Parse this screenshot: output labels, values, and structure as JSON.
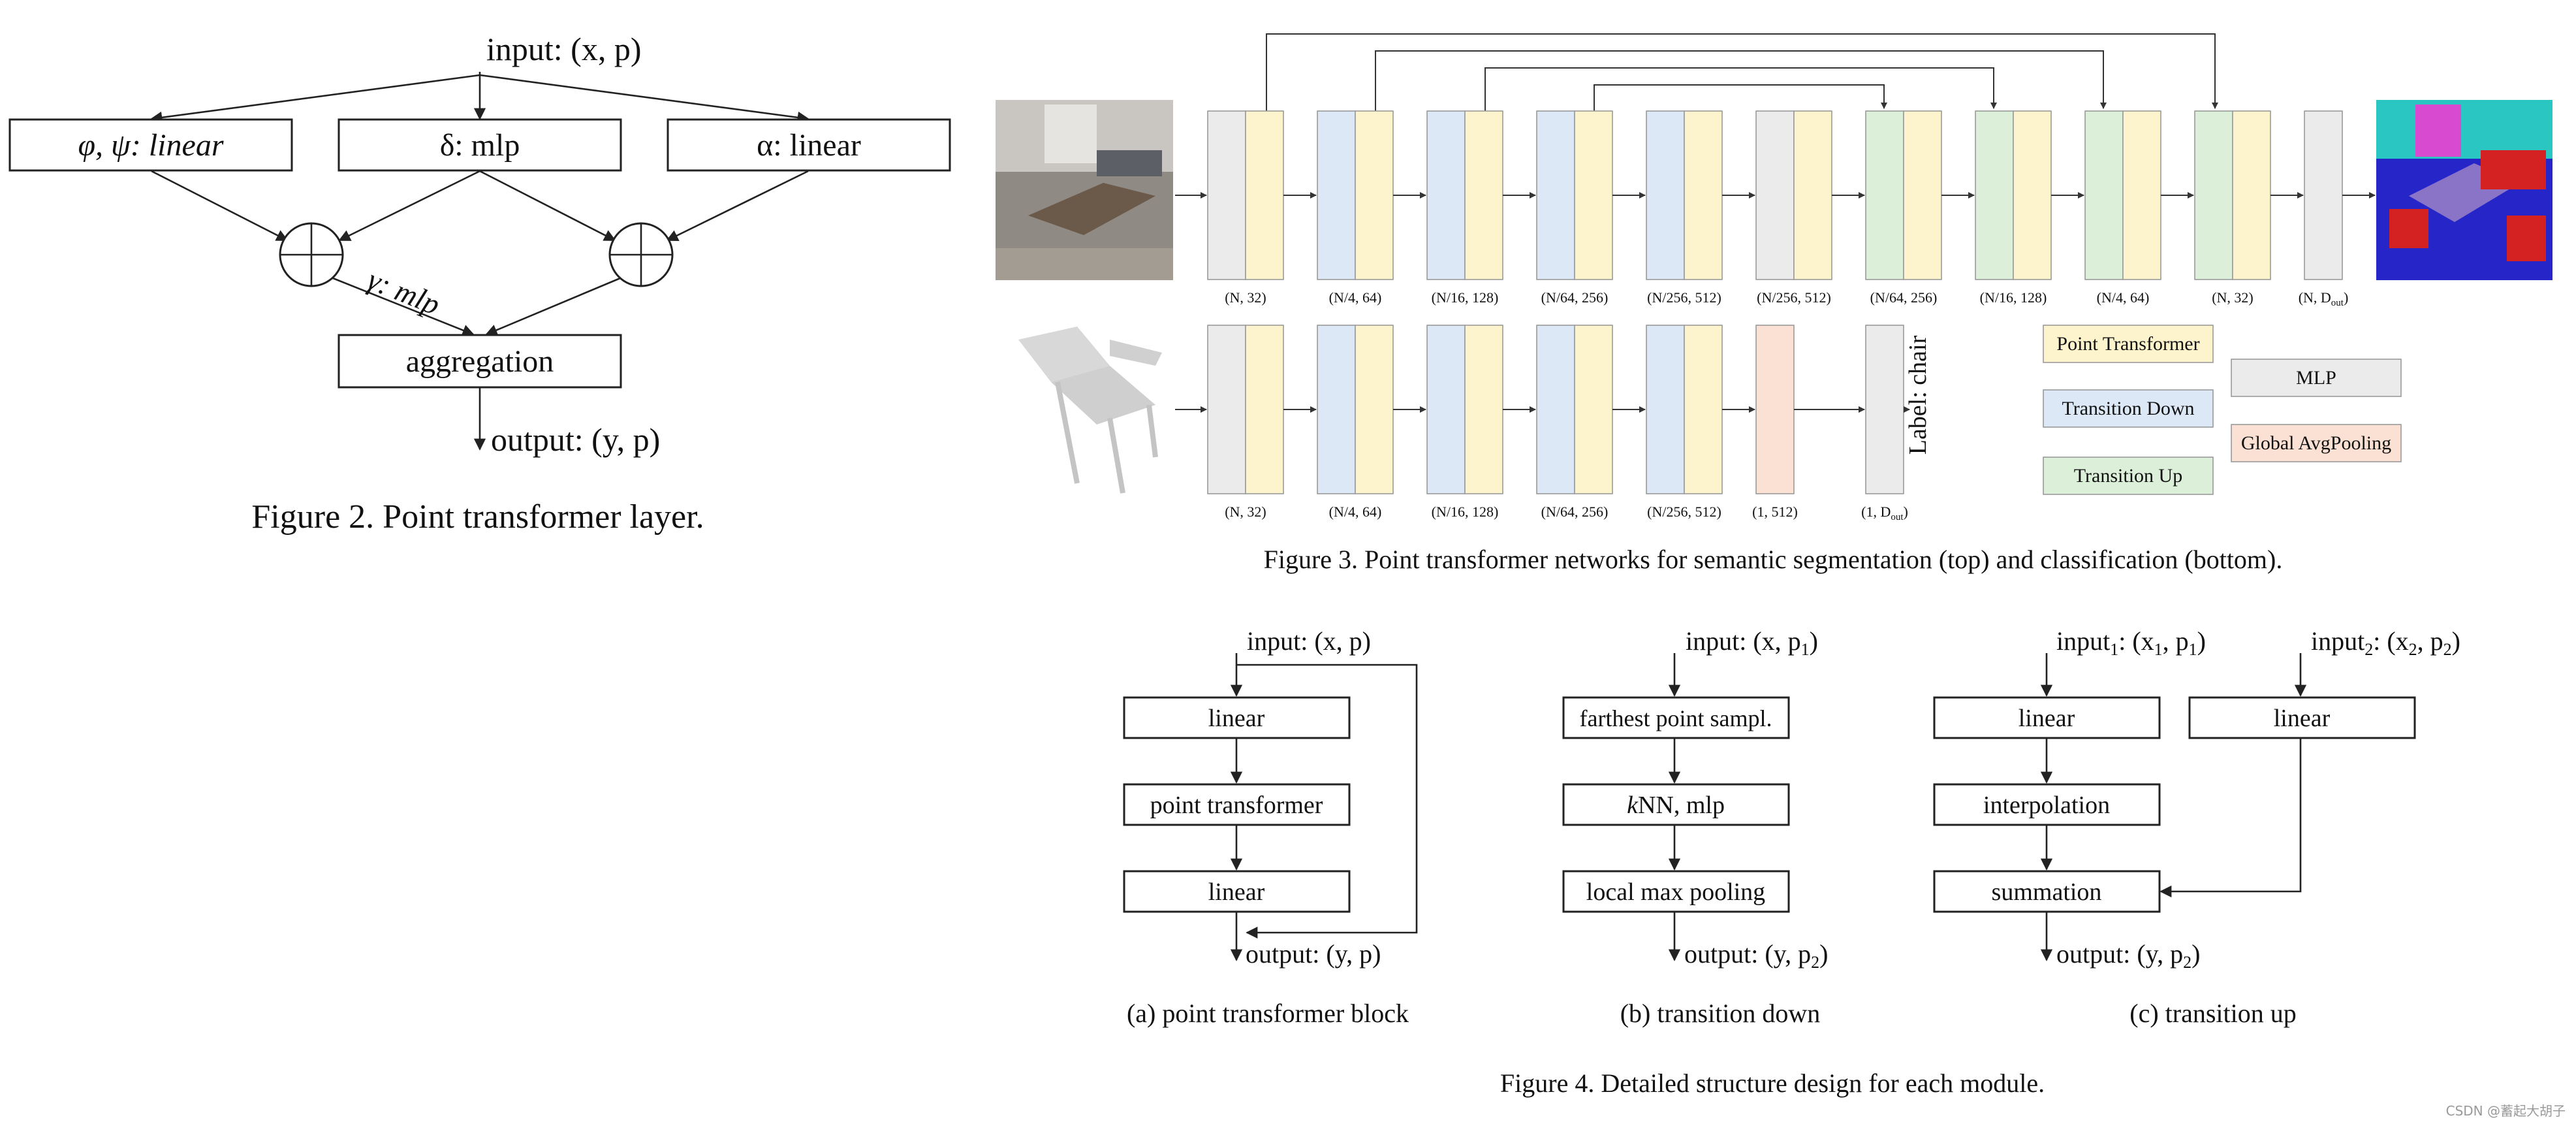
{
  "fig2": {
    "input": "input: (x, p)",
    "branches": [
      "φ, ψ: linear",
      "δ: mlp",
      "α: linear"
    ],
    "gamma": "γ: mlp",
    "aggregation": "aggregation",
    "output": "output: (y, p)",
    "caption": "Figure 2. Point transformer layer."
  },
  "fig3": {
    "seg_labels": [
      "(N, 32)",
      "(N/4, 64)",
      "(N/16, 128)",
      "(N/64, 256)",
      "(N/256, 512)",
      "(N/256, 512)",
      "(N/64, 256)",
      "(N/16, 128)",
      "(N/4, 64)",
      "(N, 32)",
      "(N, D_out)"
    ],
    "cls_labels": [
      "(N, 32)",
      "(N/4, 64)",
      "(N/16, 128)",
      "(N/64, 256)",
      "(N/256, 512)",
      "(1, 512)",
      "(1, D_out)"
    ],
    "class_label": "Label: chair",
    "legend": {
      "point_transformer": "Point Transformer",
      "transition_down": "Transition Down",
      "transition_up": "Transition Up",
      "mlp": "MLP",
      "pooling": "Global AvgPooling"
    },
    "colors": {
      "point_transformer": "#fdf3cc",
      "transition_down": "#dce8f5",
      "transition_up": "#dcefd9",
      "mlp": "#ebebeb",
      "pooling": "#fbe1d4"
    },
    "caption": "Figure 3. Point transformer networks for semantic segmentation (top) and classification (bottom)."
  },
  "fig4": {
    "a": {
      "input": "input: (x, p)",
      "boxes": [
        "linear",
        "point transformer",
        "linear"
      ],
      "output": "output: (y, p)",
      "caption": "(a) point transformer block"
    },
    "b": {
      "input": "input: (x, p",
      "input_sub": "1",
      "boxes": [
        "farthest point sampl.",
        "NN, mlp",
        "local max pooling"
      ],
      "knn_k": "k",
      "output": "output: (y, p",
      "output_sub": "2",
      "caption": "(b) transition down"
    },
    "c": {
      "input1_pre": "input",
      "input1_sub": "1",
      "input1_mid": ": (x",
      "input1_sub2": "1",
      "input1_mid2": ", p",
      "input1_sub3": "1",
      "input2_pre": "input",
      "input2_sub": "2",
      "input2_mid": ": (x",
      "input2_sub2": "2",
      "input2_mid2": ", p",
      "input2_sub3": "2",
      "close": ")",
      "boxes": [
        "linear",
        "interpolation",
        "summation"
      ],
      "right_box": "linear",
      "output": "output: (y, p",
      "output_sub": "2",
      "caption": "(c) transition up"
    },
    "caption": "Figure 4. Detailed structure design for each module."
  },
  "watermark": "CSDN @蓄起大胡子"
}
